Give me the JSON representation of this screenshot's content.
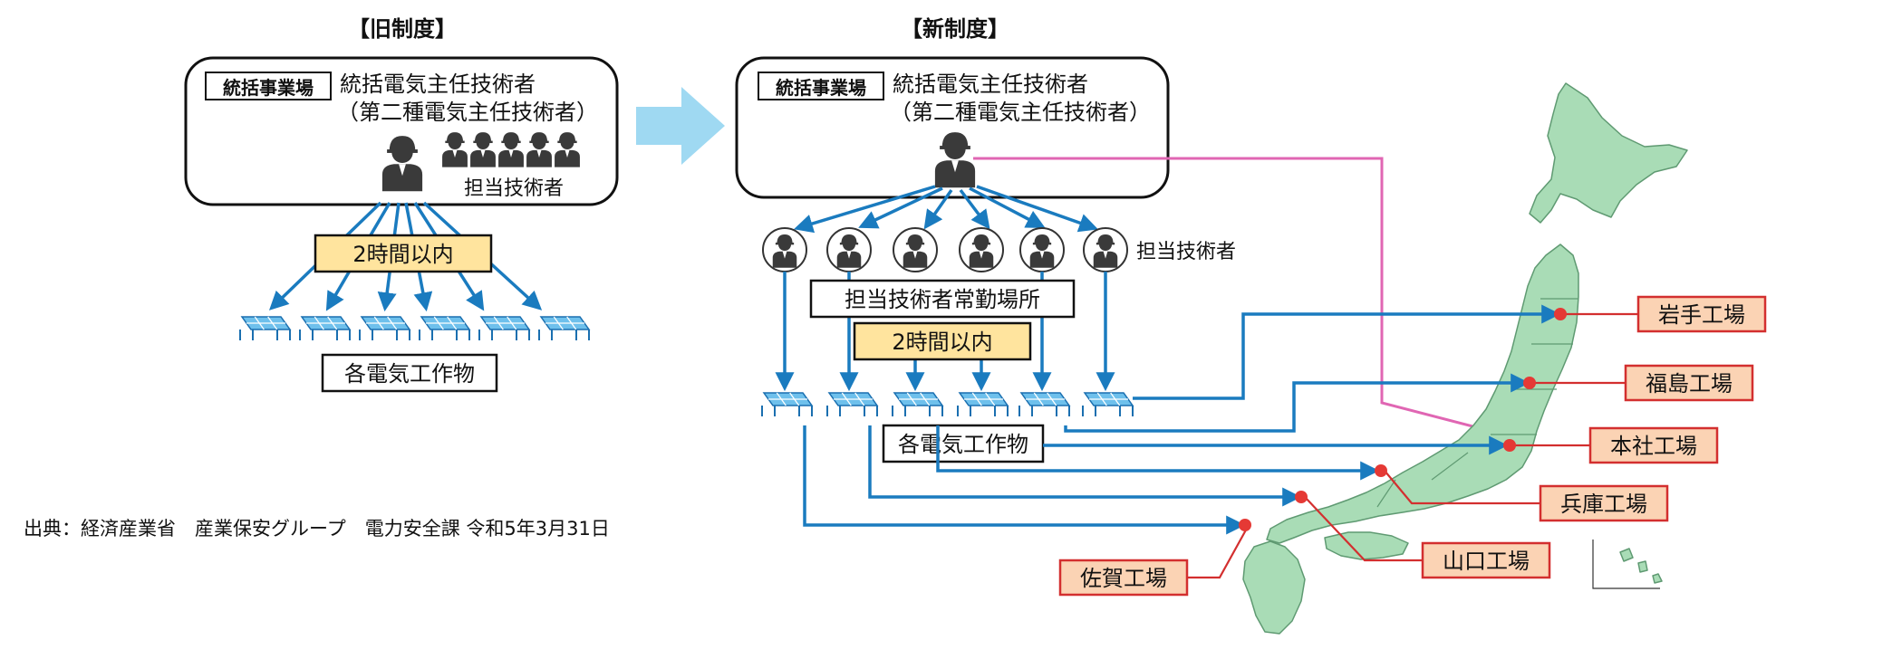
{
  "old_system": {
    "heading": "【旧制度】",
    "tag": "統括事業場",
    "chief_line1": "統括電気主任技術者",
    "chief_line2": "（第二種電気主任技術者）",
    "staff_label": "担当技術者",
    "time_label": "2時間以内",
    "facility_label": "各電気工作物"
  },
  "new_system": {
    "heading": "【新制度】",
    "tag": "統括事業場",
    "chief_line1": "統括電気主任技術者",
    "chief_line2": "（第二種電気主任技術者）",
    "staff_label": "担当技術者",
    "office_label": "担当技術者常勤場所",
    "time_label": "2時間以内",
    "facility_label": "各電気工作物"
  },
  "factories": [
    {
      "name": "岩手工場"
    },
    {
      "name": "福島工場"
    },
    {
      "name": "本社工場"
    },
    {
      "name": "兵庫工場"
    },
    {
      "name": "山口工場"
    },
    {
      "name": "佐賀工場"
    }
  ],
  "source": "出典：経済産業省　産業保安グループ　電力安全課 令和5年3月31日",
  "colors": {
    "flow_arrow": "#1a7bbf",
    "transition_arrow": "#9fd9f2",
    "highlight_fill": "#ffe49e",
    "factory_fill": "#fbd3b4",
    "factory_border": "#d32f2f",
    "map_fill": "#a9dcb6",
    "link_pink": "#e066b3",
    "pin_red": "#e53935",
    "panel_blue": "#5fb3e6"
  },
  "icons": [
    "worker-icon",
    "solar-panel-icon",
    "japan-map"
  ]
}
